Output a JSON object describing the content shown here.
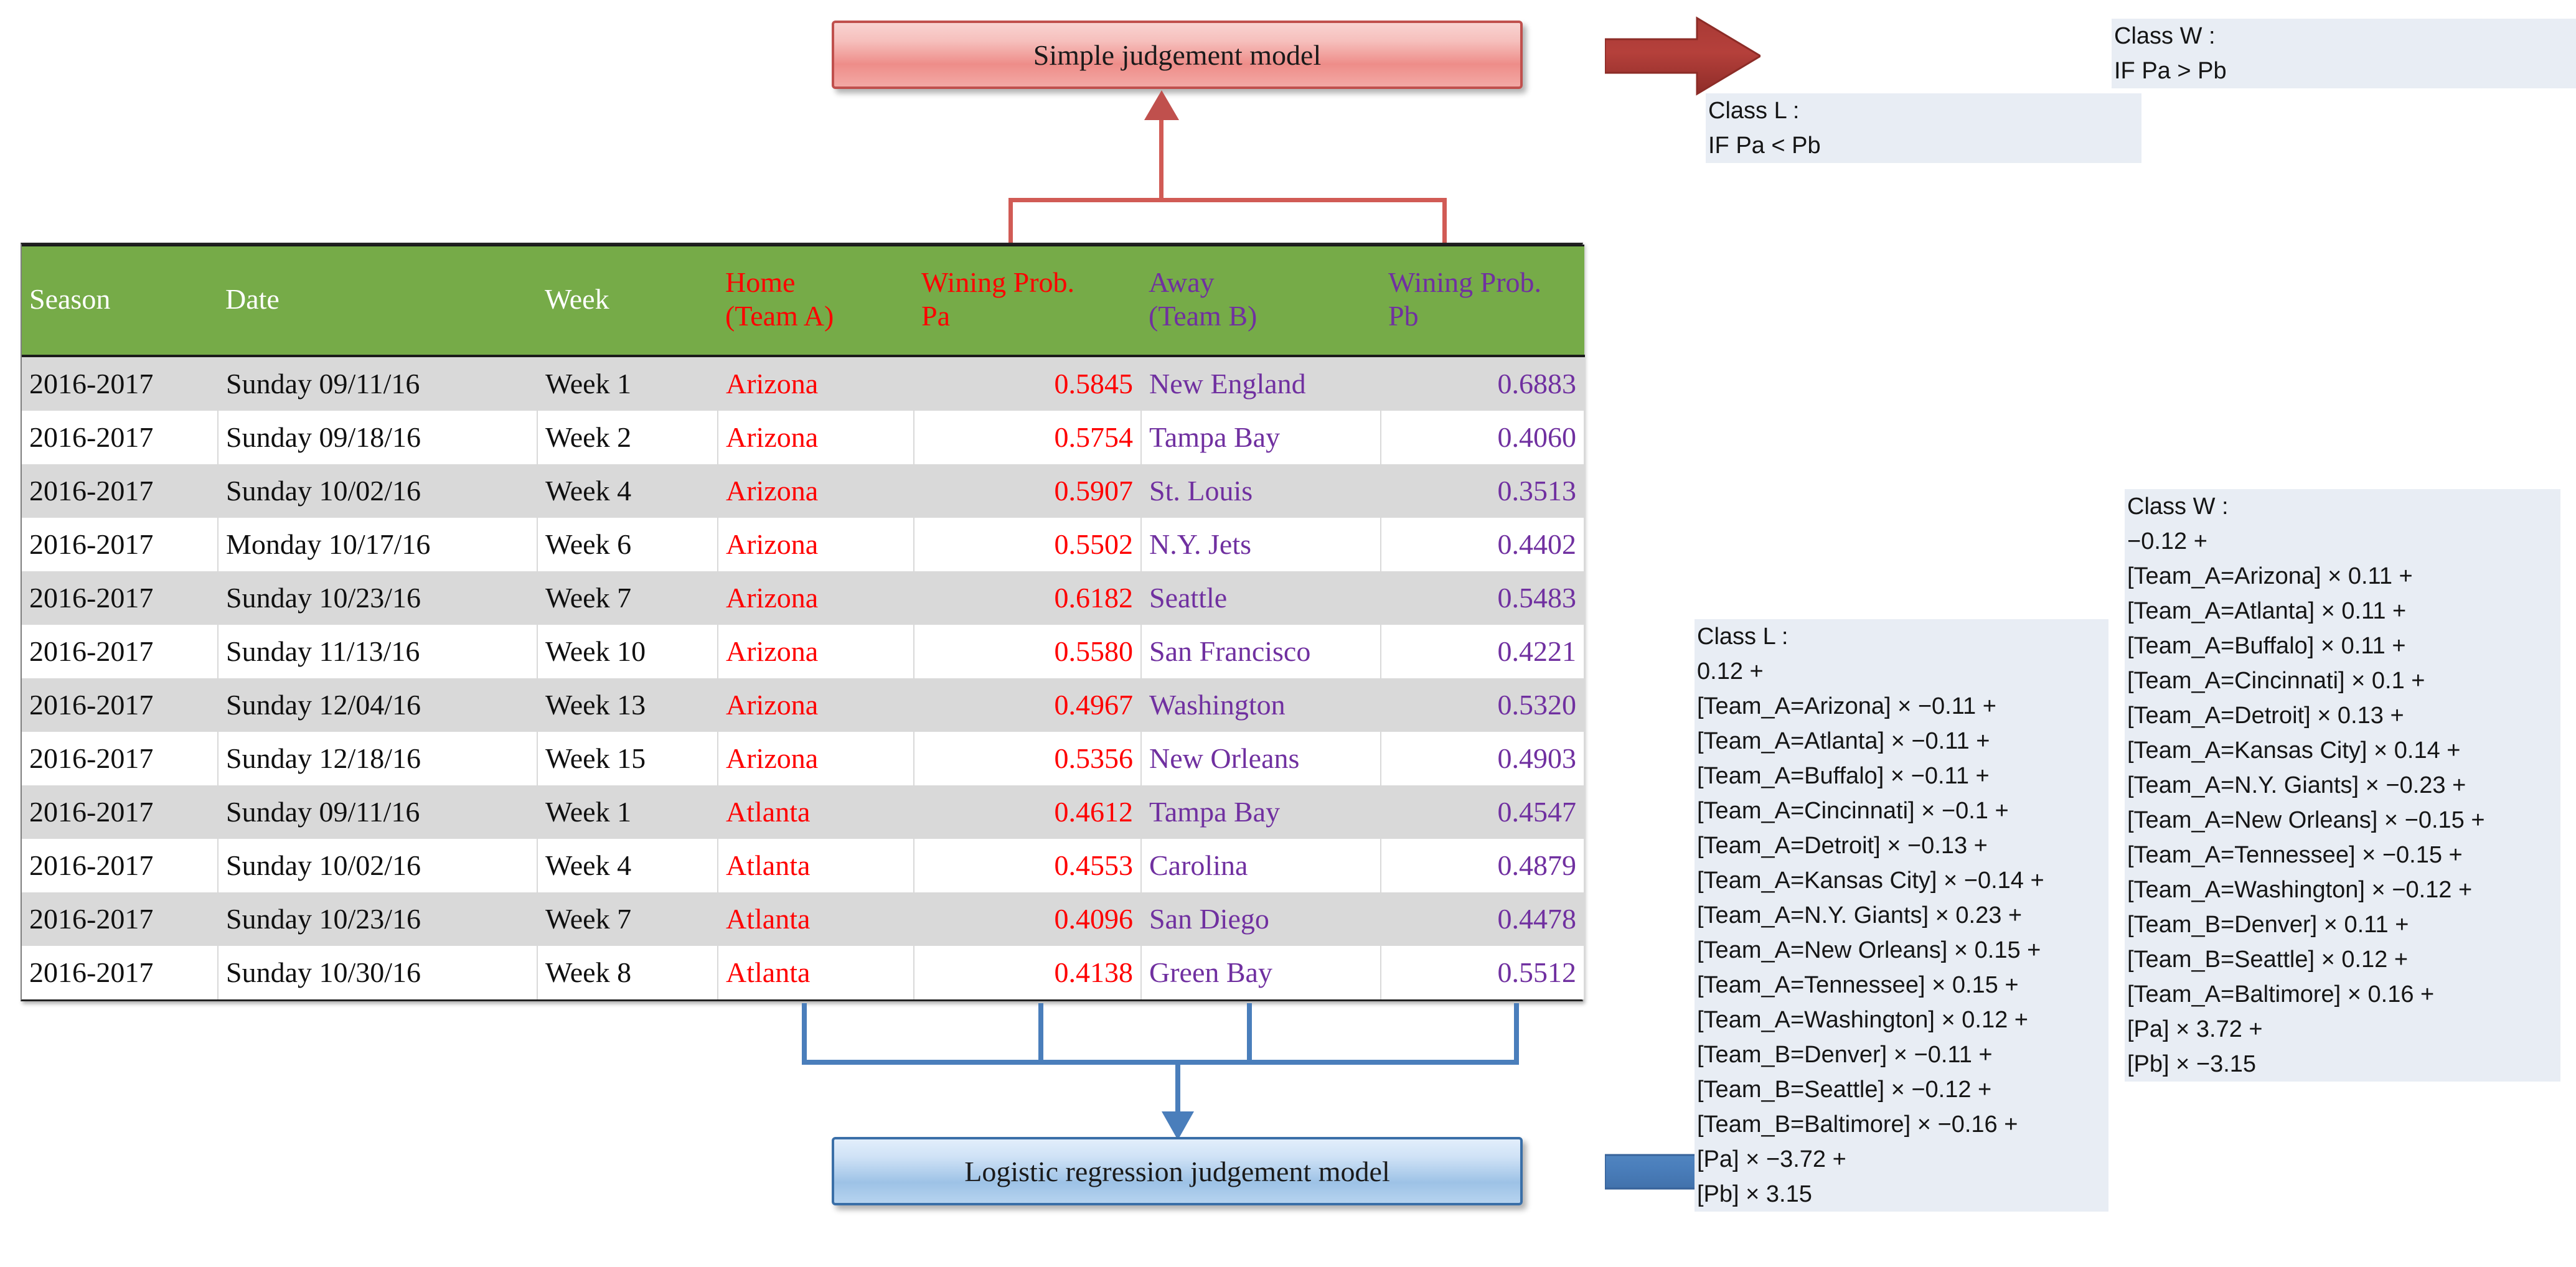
{
  "diagram": {
    "simple_model_label": "Simple judgement model",
    "logistic_model_label": "Logistic regression judgement model",
    "accent_red": "#c0504d",
    "accent_blue": "#4a7ebb",
    "header_green": "#76ab48",
    "home_color": "#ff0000",
    "away_color": "#7030a0",
    "callout_bg": "#e8edf4"
  },
  "table": {
    "headers": {
      "season": "Season",
      "date": "Date",
      "week": "Week",
      "home_line1": "Home",
      "home_line2": "(Team A)",
      "pa_line1": "Wining Prob.",
      "pa_line2": "Pa",
      "away_line1": "Away",
      "away_line2": "(Team B)",
      "pb_line1": "Wining Prob.",
      "pb_line2": "Pb"
    },
    "rows": [
      {
        "season": "2016-2017",
        "date": "Sunday 09/11/16",
        "week": "Week 1",
        "home": "Arizona",
        "pa": "0.5845",
        "away": "New England",
        "pb": "0.6883"
      },
      {
        "season": "2016-2017",
        "date": "Sunday 09/18/16",
        "week": "Week 2",
        "home": "Arizona",
        "pa": "0.5754",
        "away": "Tampa Bay",
        "pb": "0.4060"
      },
      {
        "season": "2016-2017",
        "date": "Sunday 10/02/16",
        "week": "Week 4",
        "home": "Arizona",
        "pa": "0.5907",
        "away": "St. Louis",
        "pb": "0.3513"
      },
      {
        "season": "2016-2017",
        "date": "Monday 10/17/16",
        "week": "Week 6",
        "home": "Arizona",
        "pa": "0.5502",
        "away": "N.Y. Jets",
        "pb": "0.4402"
      },
      {
        "season": "2016-2017",
        "date": "Sunday 10/23/16",
        "week": "Week 7",
        "home": "Arizona",
        "pa": "0.6182",
        "away": "Seattle",
        "pb": "0.5483"
      },
      {
        "season": "2016-2017",
        "date": "Sunday 11/13/16",
        "week": "Week 10",
        "home": "Arizona",
        "pa": "0.5580",
        "away": "San Francisco",
        "pb": "0.4221"
      },
      {
        "season": "2016-2017",
        "date": "Sunday 12/04/16",
        "week": "Week 13",
        "home": "Arizona",
        "pa": "0.4967",
        "away": "Washington",
        "pb": "0.5320"
      },
      {
        "season": "2016-2017",
        "date": "Sunday 12/18/16",
        "week": "Week 15",
        "home": "Arizona",
        "pa": "0.5356",
        "away": "New Orleans",
        "pb": "0.4903"
      },
      {
        "season": "2016-2017",
        "date": "Sunday 09/11/16",
        "week": "Week 1",
        "home": "Atlanta",
        "pa": "0.4612",
        "away": "Tampa Bay",
        "pb": "0.4547"
      },
      {
        "season": "2016-2017",
        "date": "Sunday 10/02/16",
        "week": "Week 4",
        "home": "Atlanta",
        "pa": "0.4553",
        "away": "Carolina",
        "pb": "0.4879"
      },
      {
        "season": "2016-2017",
        "date": "Sunday 10/23/16",
        "week": "Week 7",
        "home": "Atlanta",
        "pa": "0.4096",
        "away": "San Diego",
        "pb": "0.4478"
      },
      {
        "season": "2016-2017",
        "date": "Sunday 10/30/16",
        "week": "Week 8",
        "home": "Atlanta",
        "pa": "0.4138",
        "away": "Green Bay",
        "pb": "0.5512"
      }
    ]
  },
  "simple_rules": {
    "class_w": [
      "Class W :",
      "IF Pa > Pb"
    ],
    "class_l": [
      "Class L :",
      "IF Pa < Pb"
    ]
  },
  "logistic_rules": {
    "class_l": [
      "Class L :",
      "0.12 +",
      "[Team_A=Arizona] × −0.11 +",
      "[Team_A=Atlanta] × −0.11 +",
      "[Team_A=Buffalo] × −0.11 +",
      "[Team_A=Cincinnati] × −0.1 +",
      "[Team_A=Detroit] × −0.13 +",
      "[Team_A=Kansas City] × −0.14 +",
      "[Team_A=N.Y. Giants] × 0.23 +",
      "[Team_A=New Orleans] × 0.15 +",
      "[Team_A=Tennessee] × 0.15 +",
      "[Team_A=Washington] × 0.12 +",
      "[Team_B=Denver] × −0.11 +",
      "[Team_B=Seattle] × −0.12 +",
      "[Team_B=Baltimore] × −0.16 +",
      "[Pa] × −3.72 +",
      "[Pb] × 3.15"
    ],
    "class_w": [
      "Class W :",
      "−0.12 +",
      "[Team_A=Arizona] × 0.11 +",
      "[Team_A=Atlanta] × 0.11 +",
      "[Team_A=Buffalo] × 0.11 +",
      "[Team_A=Cincinnati] × 0.1  +",
      "[Team_A=Detroit] × 0.13 +",
      "[Team_A=Kansas City] × 0.14 +",
      "[Team_A=N.Y. Giants] × −0.23 +",
      "[Team_A=New Orleans] × −0.15 +",
      "[Team_A=Tennessee] × −0.15 +",
      "[Team_A=Washington] × −0.12 +",
      "[Team_B=Denver] × 0.11 +",
      "[Team_B=Seattle] × 0.12 +",
      "[Team_A=Baltimore] × 0.16 +",
      "[Pa] × 3.72 +",
      "[Pb] × −3.15"
    ]
  }
}
